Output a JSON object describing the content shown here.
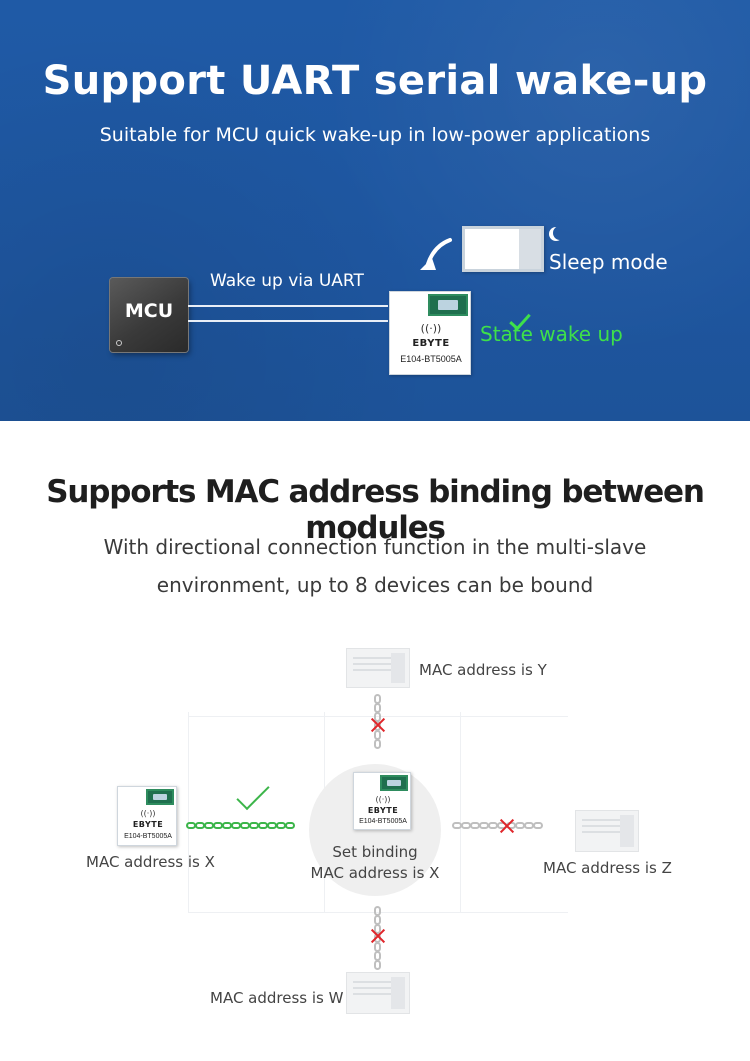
{
  "uart_section": {
    "title": "Support UART serial wake-up",
    "subtitle": "Suitable for MCU quick wake-up in low-power applications",
    "mcu_label": "MCU",
    "uart_label": "Wake up via UART",
    "sleep_label": "Sleep mode",
    "wake_label": "State wake up",
    "module": {
      "brand": "EBYTE",
      "model": "E104-BT5005A"
    },
    "colors": {
      "background": "#1e56a0",
      "wake_text": "#3ee04a"
    }
  },
  "mac_section": {
    "title": "Supports MAC address binding between modules",
    "description_line1": "With directional connection function in the multi-slave",
    "description_line2": "environment, up to 8 devices can be bound",
    "center_label_line1": "Set binding",
    "center_label_line2": "MAC address is X",
    "mac_x": "MAC address is X",
    "mac_y": "MAC address is Y",
    "mac_z": "MAC address is Z",
    "mac_w": "MAC address is W",
    "module": {
      "brand": "EBYTE",
      "model": "E104-BT5005A"
    },
    "colors": {
      "bound_link": "#3cb54a",
      "blocked": "#e0262b"
    }
  },
  "icons": [
    "moon-icon",
    "checkmark-icon",
    "curved-arrow-icon",
    "wireless-icon",
    "chain-link-icon",
    "red-x-icon"
  ]
}
